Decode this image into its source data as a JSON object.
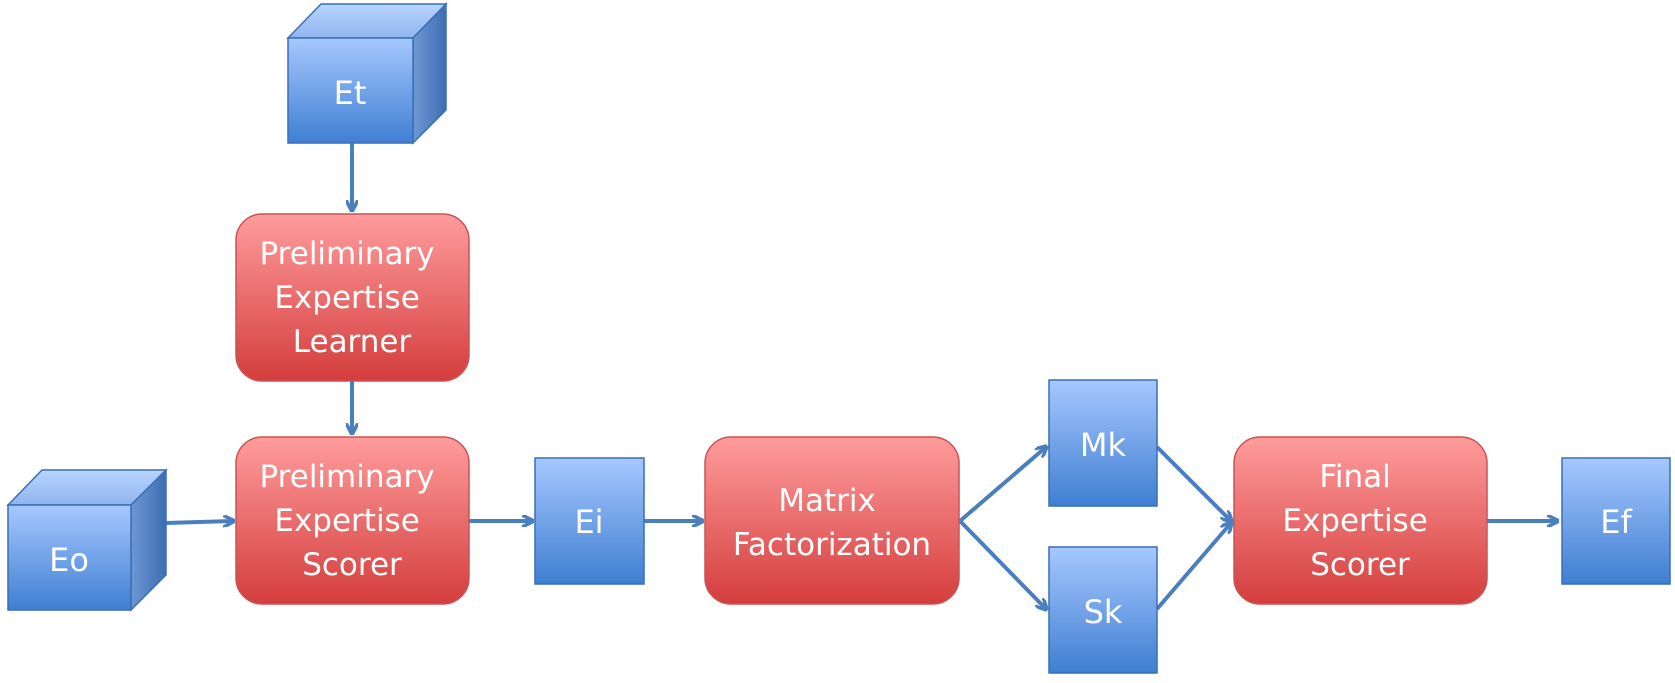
{
  "diagram": {
    "nodes": {
      "et": {
        "label": "Et",
        "kind": "cube"
      },
      "eo": {
        "label": "Eo",
        "kind": "cube"
      },
      "pel": {
        "lines": [
          "Preliminary",
          "Expertise",
          "Learner"
        ],
        "kind": "process"
      },
      "pes": {
        "lines": [
          "Preliminary",
          "Expertise",
          "Scorer"
        ],
        "kind": "process"
      },
      "ei": {
        "label": "Ei",
        "kind": "box"
      },
      "mf": {
        "lines": [
          "Matrix",
          "Factorization"
        ],
        "kind": "process"
      },
      "mk": {
        "label": "Mk",
        "kind": "box"
      },
      "sk": {
        "label": "Sk",
        "kind": "box"
      },
      "fes": {
        "lines": [
          "Final",
          "Expertise",
          "Scorer"
        ],
        "kind": "process"
      },
      "ef": {
        "label": "Ef",
        "kind": "box"
      }
    },
    "edges": [
      {
        "from": "et",
        "to": "pel"
      },
      {
        "from": "pel",
        "to": "pes"
      },
      {
        "from": "eo",
        "to": "pes"
      },
      {
        "from": "pes",
        "to": "ei"
      },
      {
        "from": "ei",
        "to": "mf"
      },
      {
        "from": "mf",
        "to": "mk"
      },
      {
        "from": "mf",
        "to": "sk"
      },
      {
        "from": "mk",
        "to": "fes"
      },
      {
        "from": "sk",
        "to": "fes"
      },
      {
        "from": "fes",
        "to": "ef"
      }
    ],
    "colors": {
      "box_top": "#a6c8ff",
      "box_bottom": "#3f7fd2",
      "process_top": "#ff9c9c",
      "process_bottom": "#d43d3d",
      "arrow": "#4a7fbe"
    }
  }
}
